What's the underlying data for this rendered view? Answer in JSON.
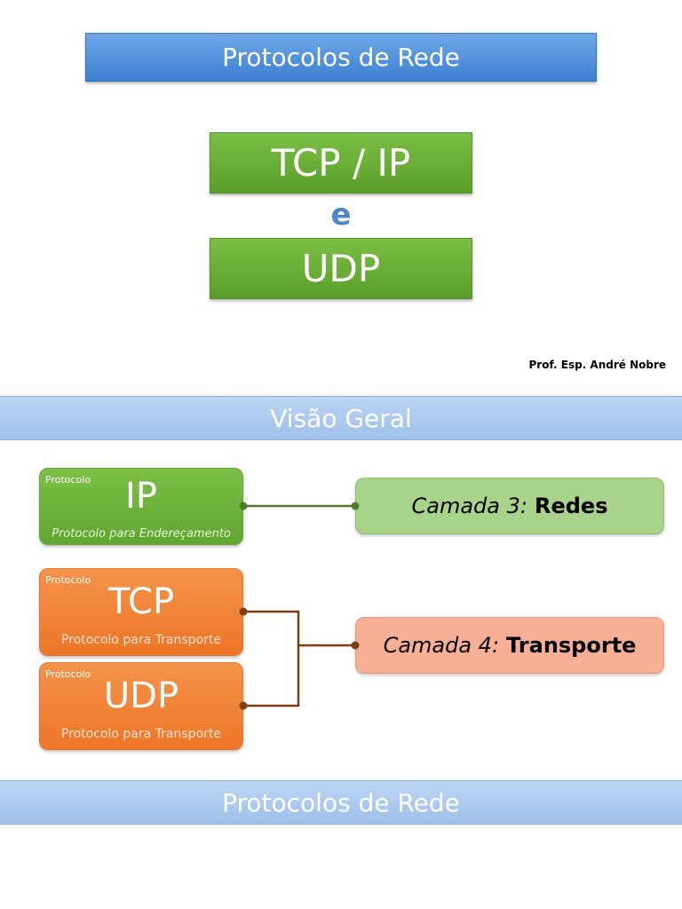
{
  "slide1": {
    "title": "Protocolos de Rede",
    "box_top": "TCP / IP",
    "conjunction": "e",
    "box_bottom": "UDP",
    "author": "Prof. Esp. André Nobre"
  },
  "slide2": {
    "title": "Visão Geral",
    "protocols": [
      {
        "tag": "Protocolo",
        "name": "IP",
        "description": "Protocolo para Endereçamento"
      },
      {
        "tag": "Protocolo",
        "name": "TCP",
        "description": "Protocolo para Transporte"
      },
      {
        "tag": "Protocolo",
        "name": "UDP",
        "description": "Protocolo para Transporte"
      }
    ],
    "layers": [
      {
        "prefix": "Camada 3:",
        "name": "Redes"
      },
      {
        "prefix": "Camada 4:",
        "name": "Transporte"
      }
    ]
  },
  "slide3": {
    "title": "Protocolos de Rede"
  },
  "colors": {
    "title_blue": "#3d80d0",
    "green": "#62a632",
    "orange": "#ee7626",
    "layer3_green": "#a8d38b",
    "layer4_orange": "#f7b096",
    "connector_green": "#4f7a2c",
    "connector_brown": "#7a3e14"
  }
}
